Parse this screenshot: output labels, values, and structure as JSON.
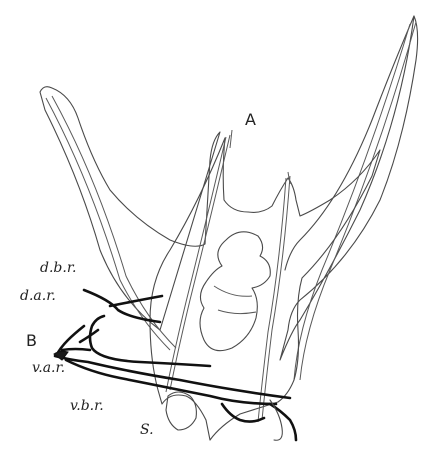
{
  "figure": {
    "labels": {
      "a": "A",
      "b": "B",
      "dbr": "d.b.r.",
      "dar": "d.a.r.",
      "var": "v.a.r.",
      "vbr": "v.b.r.",
      "s": "S."
    }
  }
}
